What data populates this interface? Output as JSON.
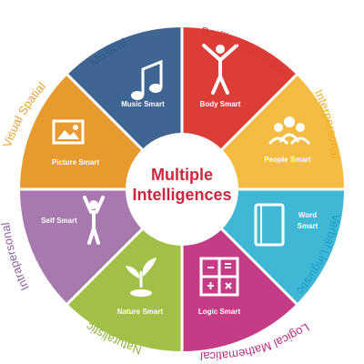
{
  "center": {
    "line1": "Multiple",
    "line2": "Intelligences",
    "color": "#c9283e"
  },
  "segments": [
    {
      "id": "musical",
      "label": "Music Smart",
      "outer_label": "Musical",
      "color": "#3f6592",
      "label_color": "#2e5b8c",
      "icon": "music-note-icon"
    },
    {
      "id": "bodily",
      "label": "Body Smart",
      "outer_label": "Bodily Kinesthetic",
      "color": "#dc3d36",
      "label_color": "#d53a33",
      "icon": "person-jumping-icon"
    },
    {
      "id": "interpersonal",
      "label": "People Smart",
      "outer_label": "Interpersonal",
      "color": "#f4bc43",
      "label_color": "#f0ad2a",
      "icon": "people-group-icon"
    },
    {
      "id": "verbal",
      "label_line1": "Word",
      "label_line2": "Smart",
      "outer_label": "Verbal Linguistic",
      "color": "#41b7d6",
      "label_color": "#1a9dcc",
      "icon": "book-icon"
    },
    {
      "id": "logical",
      "label": "Logic Smart",
      "outer_label": "Logical Mathematical",
      "color": "#c43b86",
      "label_color": "#b62f83",
      "icon": "calculator-icon"
    },
    {
      "id": "naturalistic",
      "label": "Nature Smart",
      "outer_label": "Naturalistic",
      "color": "#a2c047",
      "label_color": "#8bb338",
      "icon": "sprout-icon"
    },
    {
      "id": "intrapersonal",
      "label": "Self Smart",
      "outer_label": "Intrapersonal",
      "color": "#a779ae",
      "label_color": "#8a5e9f",
      "icon": "person-arms-up-icon"
    },
    {
      "id": "visual",
      "label": "Picture Smart",
      "outer_label": "Visual Spatial",
      "color": "#e79b2f",
      "label_color": "#e8a23a",
      "icon": "picture-icon"
    }
  ]
}
